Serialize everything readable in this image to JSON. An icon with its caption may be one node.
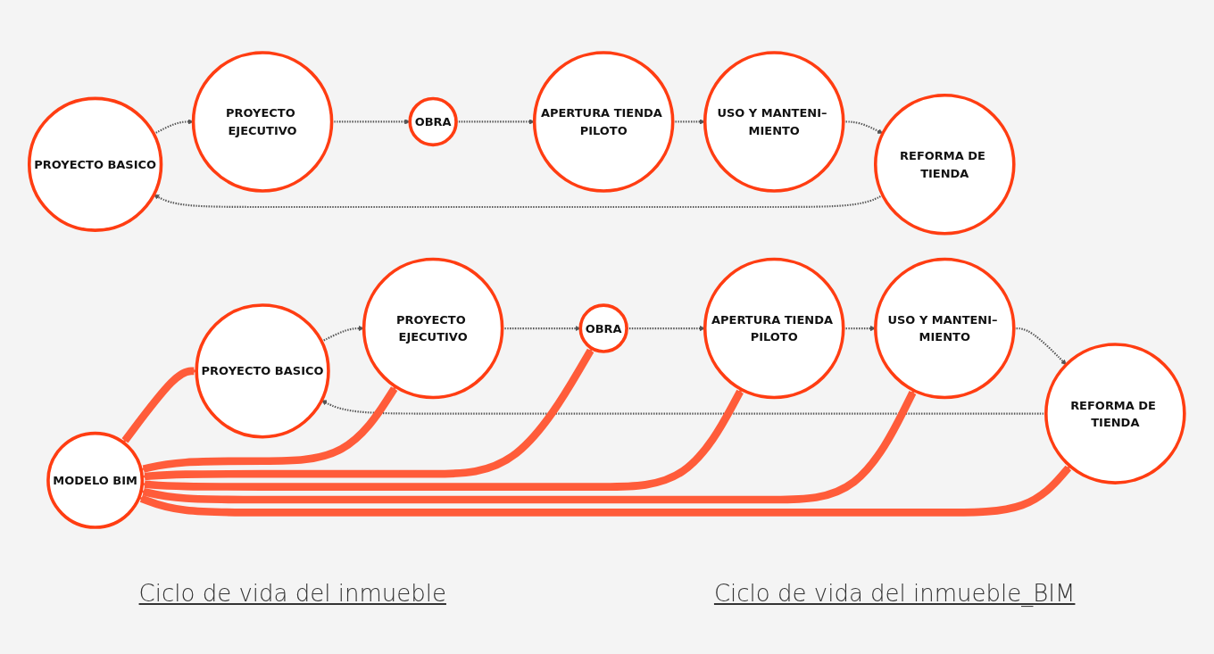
{
  "diagram": {
    "nodes": [
      {
        "text": [
          "PROYECTO BASICO"
        ]
      },
      {
        "text": [
          "PROYECTO EJECUTIVO"
        ]
      },
      {
        "text": [
          "OBRA"
        ]
      },
      {
        "text": [
          "APERTURA TIENDA PILOTO"
        ]
      },
      {
        "text": [
          "USO Y MANTENI– MIENTO"
        ]
      },
      {
        "text": [
          "REFORMA DE TIENDA"
        ]
      },
      {
        "text": [
          "PROYECTO BASICO"
        ]
      },
      {
        "text": [
          "PROYECTO EJECUTIVO"
        ]
      },
      {
        "text": [
          "OBRA"
        ]
      },
      {
        "text": [
          "APERTURA TIENDA PILOTO"
        ]
      },
      {
        "text": [
          "USO Y MANTENI– MIENTO"
        ]
      },
      {
        "text": [
          "REFORMA DE TIENDA"
        ]
      },
      {
        "text": [
          "MODELO BIM"
        ]
      }
    ],
    "edges": [
      {
        "from": 0,
        "to": 1,
        "arrow": "to",
        "style": "dashed"
      },
      {
        "from": 1,
        "to": 2,
        "arrow": "to",
        "style": "dashed"
      },
      {
        "from": 2,
        "to": 3,
        "arrow": "to",
        "style": "dashed"
      },
      {
        "from": 3,
        "to": 4,
        "arrow": "to",
        "style": "dashed"
      },
      {
        "from": 4,
        "to": 5,
        "arrow": "to",
        "style": "dashed"
      },
      {
        "from": 5,
        "to": 0,
        "arrow": "to",
        "style": "dashed"
      },
      {
        "from": 6,
        "to": 7,
        "arrow": "to",
        "style": "dashed"
      },
      {
        "from": 7,
        "to": 8,
        "arrow": "to",
        "style": "dashed"
      },
      {
        "from": 8,
        "to": 9,
        "arrow": "to",
        "style": "dashed"
      },
      {
        "from": 9,
        "to": 10,
        "arrow": "to",
        "style": "dashed"
      },
      {
        "from": 10,
        "to": 11,
        "arrow": "to",
        "style": "dashed"
      },
      {
        "from": 11,
        "to": 6,
        "arrow": "to",
        "style": "dashed"
      },
      {
        "from": 12,
        "to": 6,
        "arrow": "both",
        "style": "thick",
        "color": "#ff5c3a"
      },
      {
        "from": 12,
        "to": 7,
        "arrow": "both",
        "style": "thick",
        "color": "#ff5c3a"
      },
      {
        "from": 12,
        "to": 8,
        "arrow": "both",
        "style": "thick",
        "color": "#ff5c3a"
      },
      {
        "from": 12,
        "to": 9,
        "arrow": "both",
        "style": "thick",
        "color": "#ff5c3a"
      },
      {
        "from": 12,
        "to": 10,
        "arrow": "both",
        "style": "thick",
        "color": "#ff5c3a"
      },
      {
        "from": 12,
        "to": 11,
        "arrow": "both",
        "style": "thick",
        "color": "#ff5c3a"
      }
    ],
    "labels": [
      "Ciclo de vida del inmueble",
      "Ciclo de vida del inmueble_BIM"
    ]
  }
}
